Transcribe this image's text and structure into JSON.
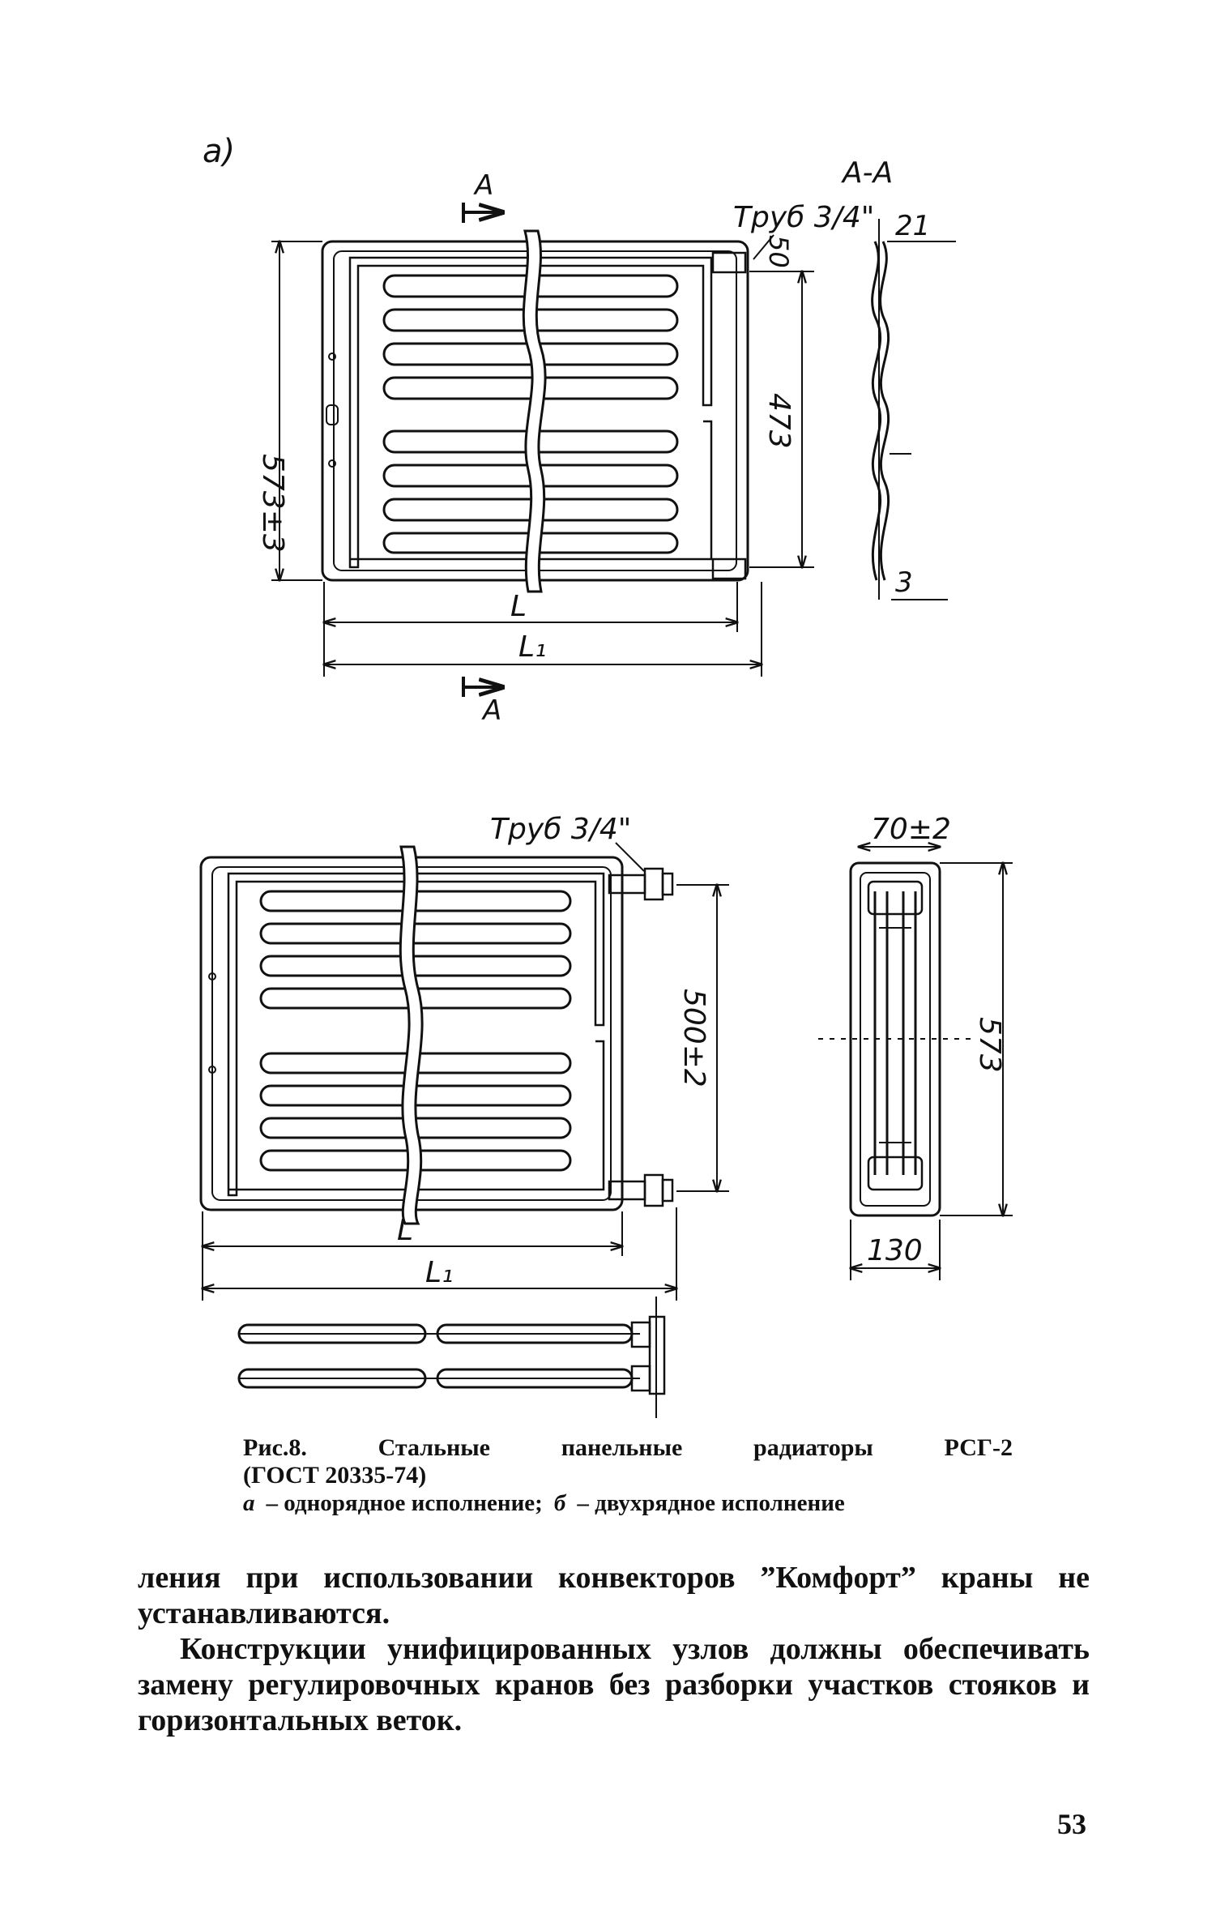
{
  "figure": {
    "panel_a_label": "а)",
    "section_mark": "А",
    "section_title": "А-А",
    "pipe_label_a": "Труб 3/4\"",
    "pipe_label_b": "Труб 3/4\"",
    "dim_height_a": "573±3",
    "dim_pipe_spacing_a": "473",
    "dim_top_offset": "50",
    "dim_section_21": "21",
    "dim_section_3": "3",
    "dim_L": "L",
    "dim_L1": "L₁",
    "dim_pipe_spacing_b": "500±2",
    "dim_depth_top": "70±2",
    "dim_height_b": "573",
    "dim_depth_bottom": "130"
  },
  "caption": {
    "line1": [
      "Рис.8.",
      "Стальные",
      "панельные",
      "радиаторы",
      "РСГ-2"
    ],
    "line2": "(ГОСТ 20335-74)",
    "a_key": "а",
    "a_text": "– однорядное исполнение;",
    "b_key": "б",
    "b_text": "– двухрядное исполнение"
  },
  "body": {
    "p1": "ления при использовании конвекторов ”Комфорт” краны не устанавливаются.",
    "p2": "Конструкции унифицированных узлов должны обеспечивать замену регулировочных кранов без разборки участков стояков и горизонтальных веток."
  },
  "page_number": "53"
}
